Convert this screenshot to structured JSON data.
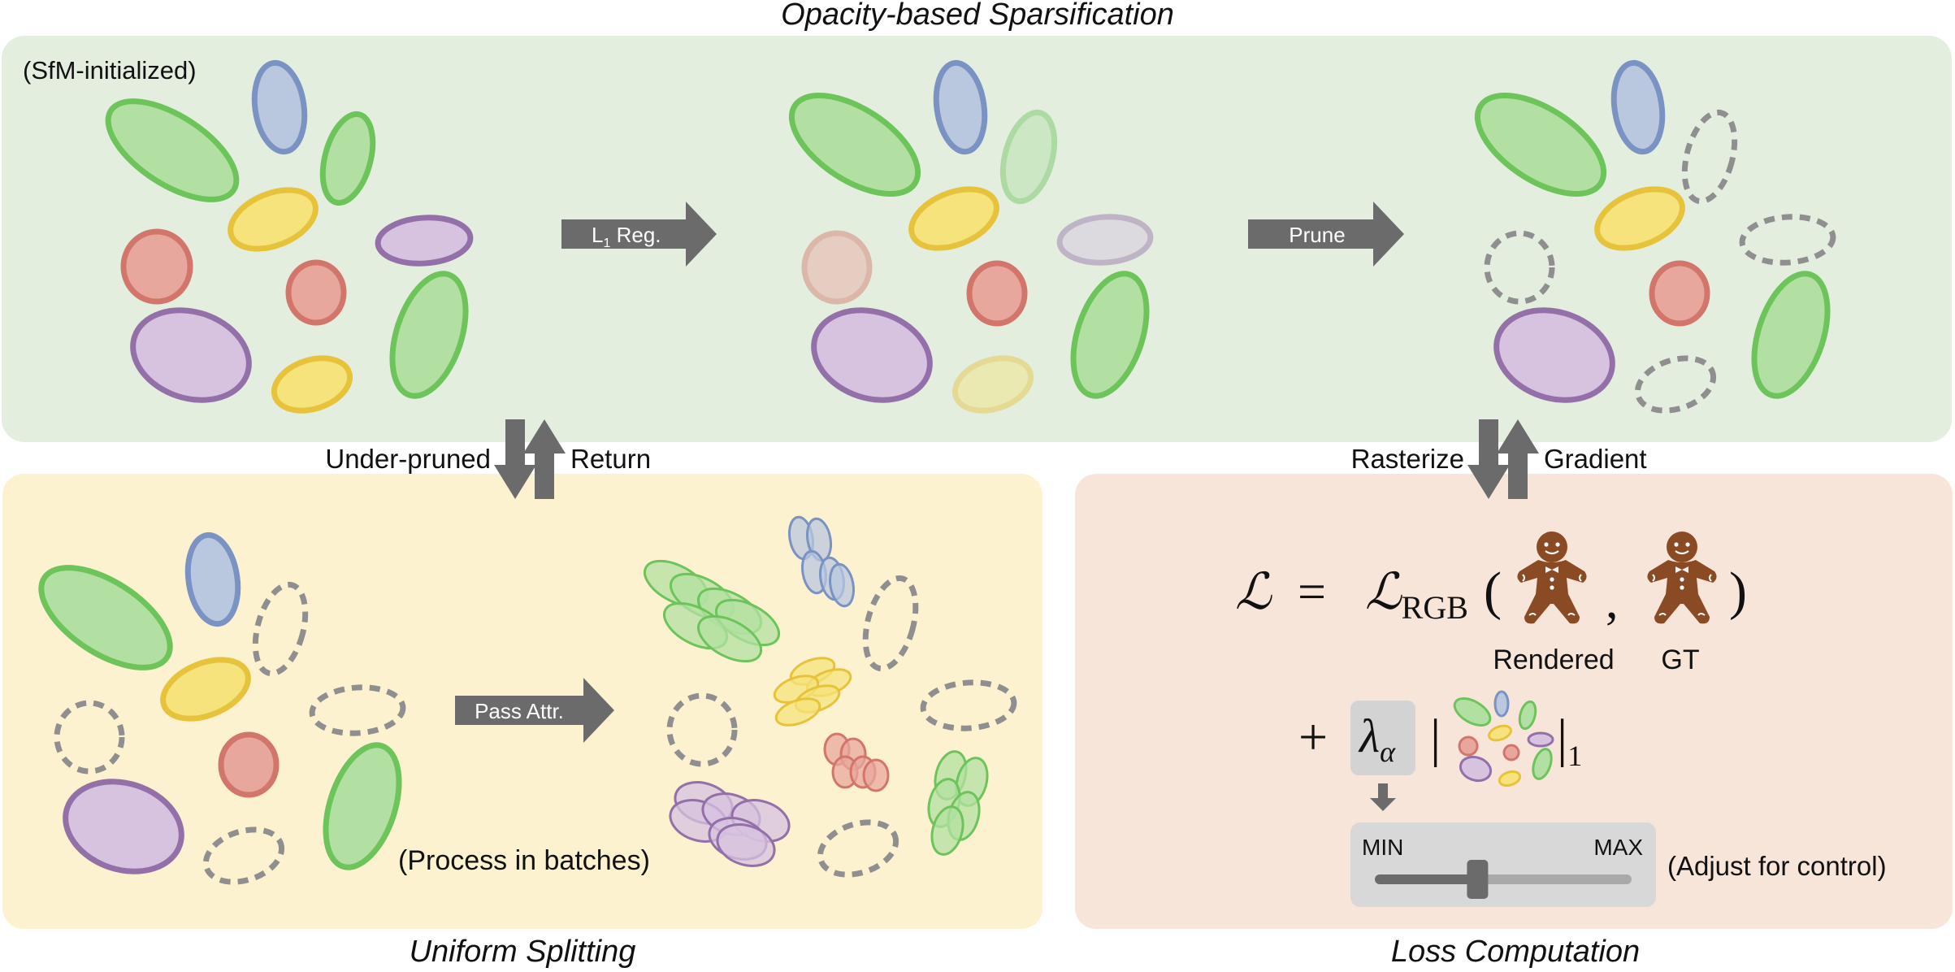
{
  "titles": {
    "top": "Opacity-based Sparsification",
    "bottom_left": "Uniform Splitting",
    "bottom_right": "Loss Computation"
  },
  "top_panel": {
    "init_label": "(SfM-initialized)",
    "arrow1_label_main": "L",
    "arrow1_label_sub": "1",
    "arrow1_label_rest": " Reg.",
    "arrow2_label": "Prune"
  },
  "connectors": {
    "left_down": "Under-pruned",
    "left_up": "Return",
    "right_down": "Rasterize",
    "right_up": "Gradient"
  },
  "bottom_left": {
    "arrow_label": "Pass Attr.",
    "batch_note": "(Process in batches)"
  },
  "loss": {
    "L": "ℒ",
    "equals": "=",
    "L_rgb_main": "ℒ",
    "L_rgb_sub": "RGB",
    "open_paren": "(",
    "comma": ",",
    "close_paren": ")",
    "rendered_label": "Rendered",
    "gt_label": "GT",
    "plus": "+",
    "lambda": "λ",
    "lambda_sub": "α",
    "norm_bar": "|",
    "norm_sub": "1",
    "slider_min": "MIN",
    "slider_max": "MAX",
    "slider_value": 0.4,
    "adjust_note": "(Adjust for control)"
  },
  "colors": {
    "top_panel_bg": "#e3eedf",
    "left_panel_bg": "#fdf2cf",
    "right_panel_bg": "#f8e5da",
    "arrow": "#6b6b6b",
    "green_fill": "#b2e0a2",
    "green_stroke": "#6cc45a",
    "blue_fill": "#b9c7df",
    "blue_stroke": "#7a93c3",
    "yellow_fill": "#f6e37c",
    "yellow_stroke": "#e6c33a",
    "red_fill": "#e8a79d",
    "red_stroke": "#d2766c",
    "purple_fill": "#d7c2e0",
    "purple_stroke": "#9470a8",
    "dashed": "#8f8f8f"
  },
  "icons": {
    "gingerbread": "gingerbread-man-icon",
    "gaussians": "gaussian-cluster-icon"
  }
}
